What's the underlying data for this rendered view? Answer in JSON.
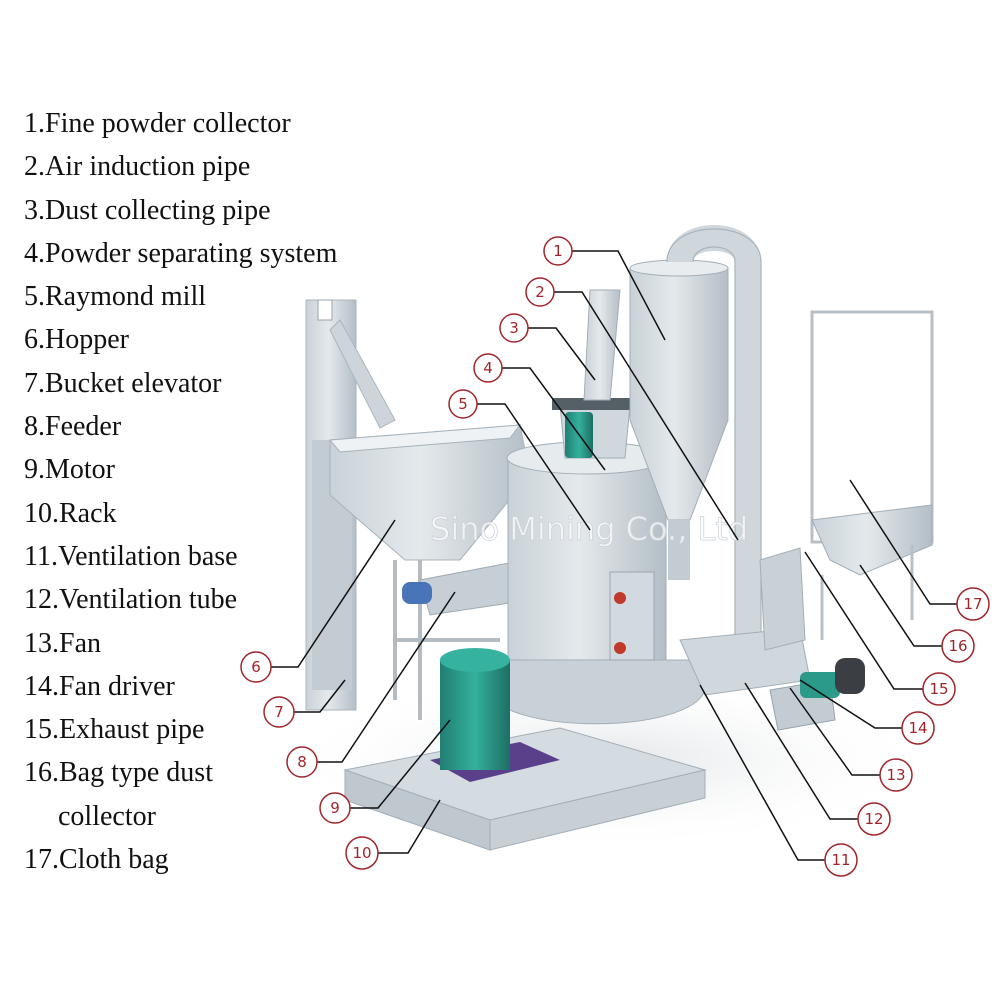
{
  "legend": [
    "1.Fine powder collector",
    "2.Air induction pipe",
    "3.Dust collecting pipe",
    "4.Powder separating system",
    "5.Raymond mill",
    "6.Hopper",
    "7.Bucket elevator",
    "8.Feeder",
    "9.Motor",
    "10.Rack",
    "11.Ventilation base",
    "12.Ventilation tube",
    "13.Fan",
    "14.Fan driver",
    "15.Exhaust pipe",
    "16.Bag type dust",
    "collector",
    "17.Cloth bag"
  ],
  "callouts": [
    "1",
    "2",
    "3",
    "4",
    "5",
    "6",
    "7",
    "8",
    "9",
    "10",
    "11",
    "12",
    "13",
    "14",
    "15",
    "16",
    "17"
  ],
  "watermark": "Sino Mining Co., Ltd",
  "colors": {
    "equipment": "#d6dde2",
    "equipment_shade": "#b7c2ca",
    "motor": "#2a9c8c",
    "motor_base": "#5a3f8a",
    "callout": "#a0252a",
    "leader": "#111111"
  }
}
